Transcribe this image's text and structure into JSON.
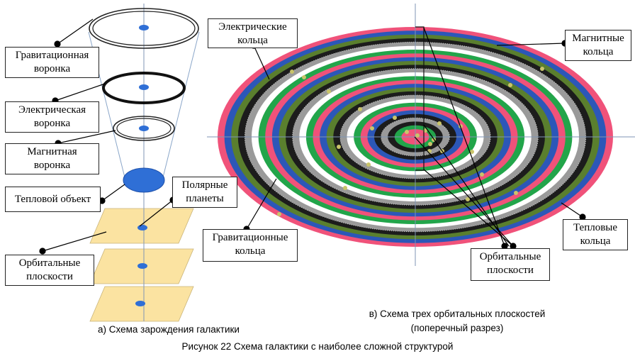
{
  "diagram_a": {
    "labels": {
      "gravitational_funnel": [
        "Гравитационная",
        "воронка"
      ],
      "electric_funnel": [
        "Электрическая",
        "воронка"
      ],
      "magnetic_funnel": [
        "Магнитная",
        "воронка"
      ],
      "thermal_object": [
        "Тепловой объект"
      ],
      "polar_planets": [
        "Полярные",
        "планеты"
      ],
      "orbital_planes": [
        "Орбитальные",
        "плоскости"
      ]
    },
    "caption": "а) Схема зарождения галактики",
    "colors": {
      "plane_fill": "#fbe3a1",
      "object_blue": "#2f6fd6",
      "funnel_line": "#8aa6c9"
    }
  },
  "diagram_b": {
    "labels": {
      "electric_rings": [
        "Электрические",
        "кольца"
      ],
      "magnetic_rings": [
        "Магнитные",
        "кольца"
      ],
      "gravitational_rings": [
        "Гравитационные",
        "кольца"
      ],
      "thermal_rings": [
        "Тепловые",
        "кольца"
      ],
      "orbital_planes": [
        "Орбитальные",
        "плоскости"
      ]
    },
    "caption_line1": "в) Схема трех орбитальных плоскостей",
    "caption_line2": "(поперечный разрез)",
    "colors": {
      "thermal": "#f0527a",
      "magnetic": "#2c57b8",
      "gravitational": "#5a7f2e",
      "black": "#1c1c1c",
      "electric": "#9a9a9a",
      "white": "#ffffff",
      "green": "#22a54a",
      "planet": "#c9c46a"
    }
  },
  "figure_caption": "Рисунок 22 Схема галактики с наиболее сложной структурой"
}
